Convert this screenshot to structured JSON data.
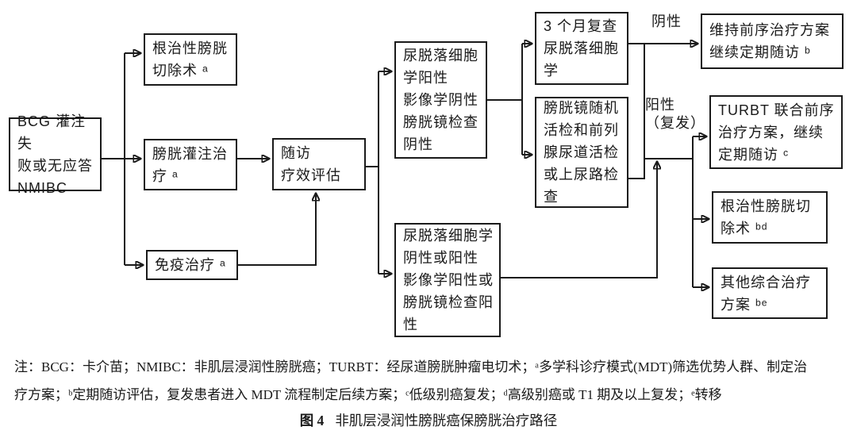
{
  "flowchart": {
    "nodes": {
      "bcg_failure": "BCG 灌注失\n败或无应答\nNMIBC",
      "radical_cystectomy": "根治性膀胱\n切除术 ᵃ",
      "intravesical_therapy": "膀胱灌注治\n疗 ᵃ",
      "immunotherapy": "免疫治疗 ᵃ",
      "followup_assessment": "随访\n疗效评估",
      "cytology_pos_imaging_neg": "尿脱落细胞\n学阳性\n影像学阴性\n膀胱镜检查\n阴性",
      "cytology_any_imaging_pos": "尿脱落细胞学\n阴性或阳性\n影像学阳性或\n膀胱镜检查阳\n性",
      "recheck_3month": "3 个月复查\n尿脱落细胞\n学",
      "random_biopsy": "膀胱镜随机\n活检和前列\n腺尿道活检\n或上尿路检\n查",
      "maintain_prior": "维持前序治疗方案\n继续定期随访 ᵇ",
      "turbt_combined": "TURBT 联合前序\n治疗方案，继续\n定期随访 ᶜ",
      "radical_cystectomy_2": "根治性膀胱切\n除术 ᵇᵈ",
      "other_comprehensive": "其他综合治疗\n方案 ᵇᵉ"
    },
    "edge_labels": {
      "negative": "阴性",
      "positive_relapse": "阳性\n（复发）"
    }
  },
  "notes": {
    "line1": "注：BCG：卡介苗；NMIBC：非肌层浸润性膀胱癌；TURBT：经尿道膀胱肿瘤电切术；ᵃ多学科诊疗模式(MDT)筛选优势人群、制定治",
    "line2": "疗方案；ᵇ定期随访评估，复发患者进入 MDT 流程制定后续方案；ᶜ低级别癌复发；ᵈ高级别癌或 T1 期及以上复发；ᵉ转移"
  },
  "caption": {
    "label": "图 4",
    "text": "非肌层浸润性膀胱癌保膀胱治疗路径"
  }
}
